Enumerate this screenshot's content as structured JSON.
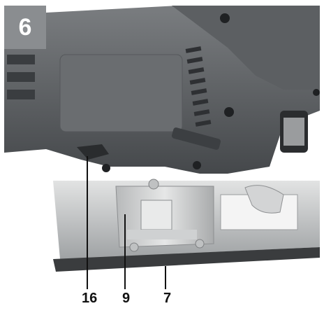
{
  "figure": {
    "step_number": "6",
    "callouts": [
      {
        "id": "16",
        "label": "16"
      },
      {
        "id": "9",
        "label": "9"
      },
      {
        "id": "7",
        "label": "7"
      }
    ]
  },
  "colors": {
    "badge_bg": "#8a8d90",
    "housing_dark": "#4a4d50",
    "housing_mid": "#6b6e71",
    "metal": "#c9cbcc",
    "leader_line": "#111111"
  }
}
